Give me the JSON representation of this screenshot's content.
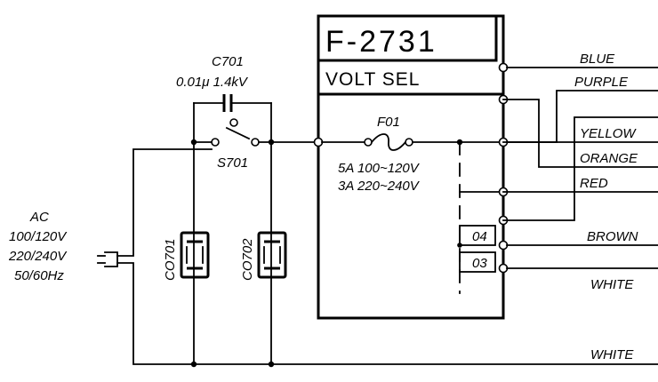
{
  "unit": {
    "code": "F-2731",
    "name": "VOLT SEL"
  },
  "ac_input": {
    "line1": "AC",
    "line2": "100/120V",
    "line3": "220/240V",
    "line4": "50/60Hz"
  },
  "components": {
    "capacitor_ref": "C701",
    "capacitor_value": "0.01μ 1.4kV",
    "switch_ref": "S701",
    "co1_ref": "CO701",
    "co2_ref": "CO702",
    "fuse_ref": "F01",
    "fuse_rating_1": "5A 100~120V",
    "fuse_rating_2": "3A 220~240V"
  },
  "terminals": {
    "t04": "04",
    "t03": "03"
  },
  "wires": [
    "BLUE",
    "PURPLE",
    "YELLOW",
    "ORANGE",
    "RED",
    "BROWN",
    "WHITE",
    "WHITE"
  ]
}
